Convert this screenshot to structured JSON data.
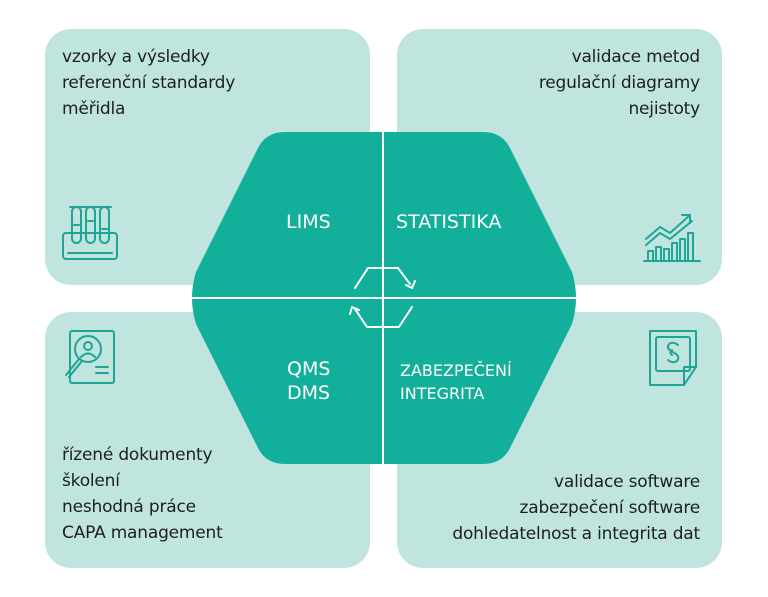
{
  "panels": {
    "top_left": {
      "lines": [
        "vzorky a výsledky",
        "referenční standardy",
        "měřidla"
      ],
      "icon": "test-tubes-icon"
    },
    "top_right": {
      "lines": [
        "validace metod",
        "regulační diagramy",
        "nejistoty"
      ],
      "icon": "growth-chart-icon"
    },
    "bottom_left": {
      "lines": [
        "řízené dokumenty",
        "školení",
        "neshodná práce",
        "CAPA management"
      ],
      "icon": "document-search-icon"
    },
    "bottom_right": {
      "lines": [
        "validace software",
        "zabezpečení software",
        "dohledatelnost a integrita dat"
      ],
      "icon": "paragraph-certificate-icon"
    }
  },
  "hexagon": {
    "top_left": [
      "LIMS"
    ],
    "top_right": [
      "STATISTIKA"
    ],
    "bottom_left": [
      "QMS",
      "DMS"
    ],
    "bottom_right": [
      "ZABEZPEČENÍ",
      "INTEGRITA"
    ],
    "center_icon": "cycle-arrows-icon"
  },
  "colors": {
    "panel": "#bfe5de",
    "hexagon": "#12b09b",
    "icon": "#1fa596",
    "divider": "#ffffff",
    "text": "#1e1e1e"
  }
}
